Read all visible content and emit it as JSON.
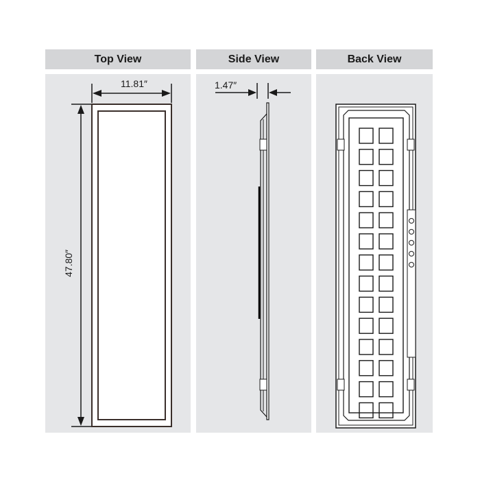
{
  "headers": {
    "top_view": "Top View",
    "side_view": "Side View",
    "back_view": "Back View"
  },
  "dimensions": {
    "width": "11.81″",
    "length": "47.80″",
    "depth": "1.47″"
  },
  "colors": {
    "header_bg": "#d4d5d7",
    "panel_bg": "#e5e6e8",
    "line": "#1a1a1a",
    "frame": "#3a2e2a"
  }
}
